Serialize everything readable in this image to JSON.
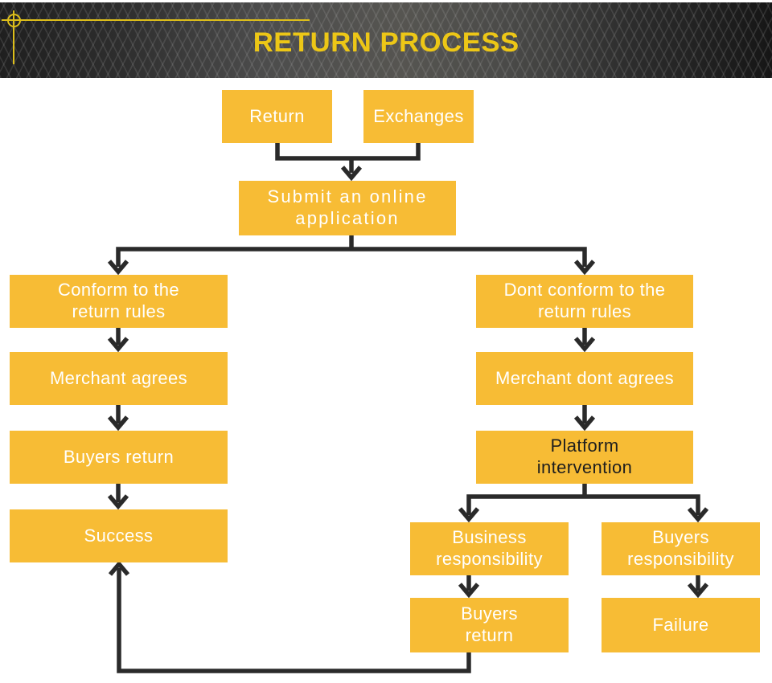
{
  "header": {
    "title": "RETURN PROCESS"
  },
  "colors": {
    "page_bg": "#FFFFFF",
    "banner_base": "#2B2B2B",
    "title_text": "#EDC716",
    "ornament": "#DDBE1A",
    "node_fill": "#F7BC35",
    "node_text": "#FFFFFF",
    "node_text_dark": "#1E1E1E",
    "connector": "#2A2A2A"
  },
  "flowchart": {
    "nodes": {
      "return": {
        "label": "Return"
      },
      "exchanges": {
        "label": "Exchanges"
      },
      "submit": {
        "label": "Submit an online\napplication"
      },
      "conform": {
        "label": "Conform to the\nreturn rules"
      },
      "merchant_agrees": {
        "label": "Merchant agrees"
      },
      "buyers_return_left": {
        "label": "Buyers return"
      },
      "success": {
        "label": "Success"
      },
      "dont_conform": {
        "label": "Dont conform to the\nreturn rules"
      },
      "merchant_dont_agrees": {
        "label": "Merchant dont agrees"
      },
      "platform_intervention": {
        "label": "Platform\nintervention"
      },
      "business_responsibility": {
        "label": "Business\nresponsibility"
      },
      "buyers_responsibility": {
        "label": "Buyers\nresponsibility"
      },
      "buyers_return_bottom": {
        "label": "Buyers\nreturn"
      },
      "failure": {
        "label": "Failure"
      }
    }
  }
}
